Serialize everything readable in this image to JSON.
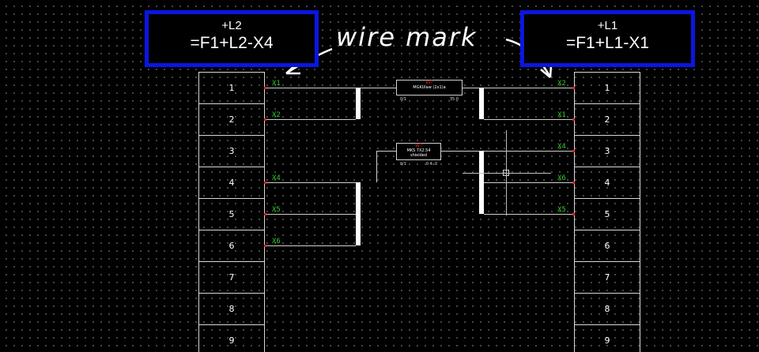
{
  "callouts": {
    "left": {
      "location": "+L2",
      "device": "=F1+L2-X4"
    },
    "right": {
      "location": "+L1",
      "device": "=F1+L1-X1"
    }
  },
  "annotation": {
    "text": "wire mark"
  },
  "terminals": {
    "left": [
      "1",
      "2",
      "3",
      "4",
      "5",
      "6",
      "7",
      "8",
      "9"
    ],
    "right": [
      "1",
      "2",
      "3",
      "4",
      "5",
      "6",
      "7",
      "8",
      "9"
    ]
  },
  "wire_labels": {
    "left": {
      "t1": "X1",
      "t2": "X2",
      "t4": "X4",
      "t5": "X5",
      "t6": "X6"
    },
    "right": {
      "t1": "X2",
      "t2": "X1",
      "t3": "X4",
      "t4": "X6",
      "t5": "X5"
    }
  },
  "cables": {
    "upper": {
      "tag": "W?",
      "type": "MGKUlaw (2x1)a",
      "sub_left": "0/1",
      "sub_right": "35.0"
    },
    "lower": {
      "tag": "W?",
      "type": "MKS 7X2.54",
      "extra": "shielded",
      "sub_left": "0/1",
      "sub_right": "0.4 .0"
    }
  },
  "colors": {
    "callout_border": "#0b16e0",
    "wire_label": "#2ecc2e",
    "endpoint": "#e02020",
    "background": "#000000"
  }
}
